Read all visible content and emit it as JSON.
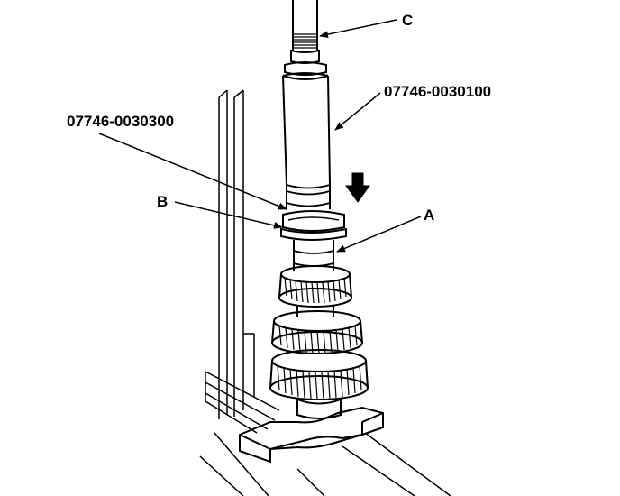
{
  "callouts": {
    "c": "C",
    "tool_upper": "07746-0030100",
    "tool_lower": "07746-0030300",
    "b": "B",
    "a": "A"
  },
  "indicators": {
    "press_direction": "down-arrow-icon"
  },
  "colors": {
    "ink": "#000000",
    "background": "#ffffff"
  }
}
